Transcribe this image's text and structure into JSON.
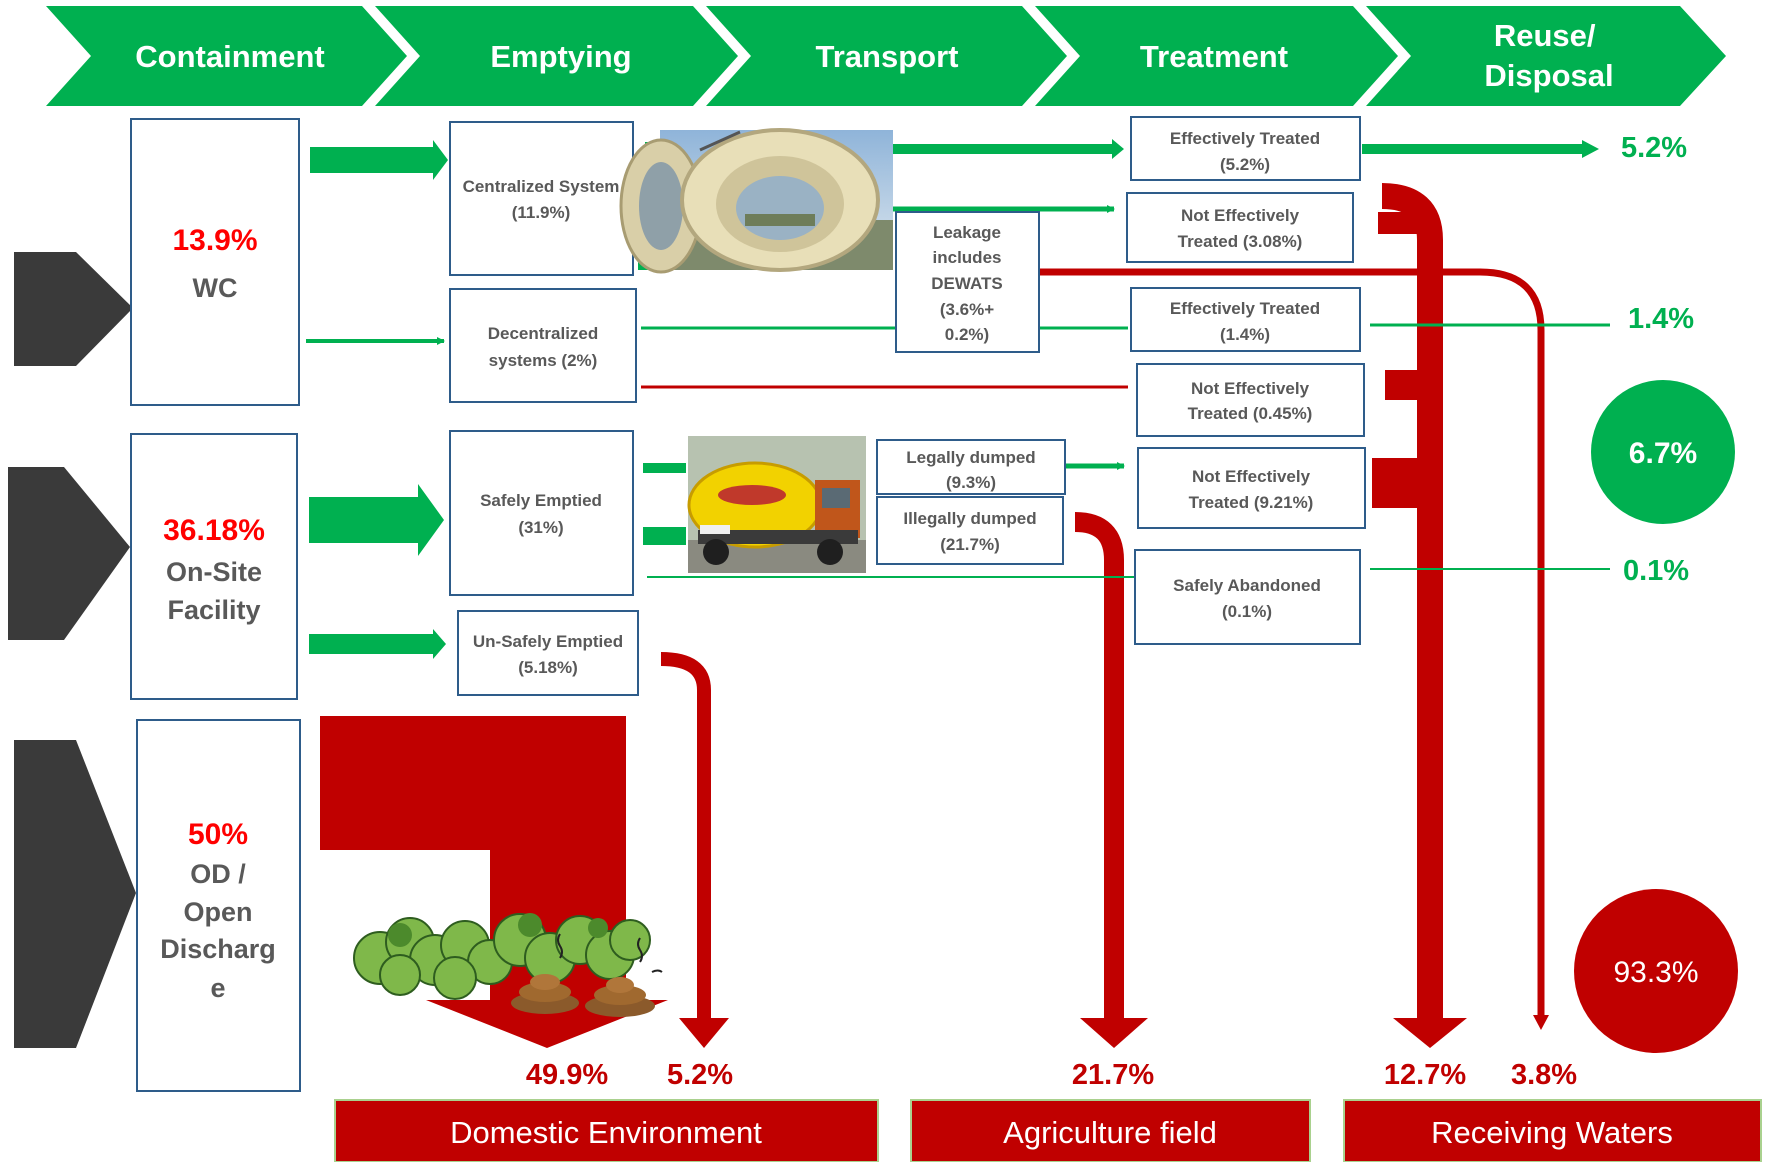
{
  "colors": {
    "green": "#00b050",
    "red": "#c00000",
    "dark": "#3a3a3a",
    "box_border": "#2e5c8a",
    "text_grey": "#595959",
    "highlight_red": "#ff0000"
  },
  "stages": [
    "Containment",
    "Emptying",
    "Transport",
    "Treatment",
    "Reuse/ Disposal"
  ],
  "containment": {
    "wc": {
      "pct": "13.9%",
      "label": "WC"
    },
    "onsite": {
      "pct": "36.18%",
      "label_1": "On-Site",
      "label_2": "Facility"
    },
    "od": {
      "pct": "50%",
      "label_1": "OD /",
      "label_2": "Open",
      "label_3": "Discharg",
      "label_4": "e"
    }
  },
  "emptying": {
    "centralized": {
      "line_1": "Centralized System",
      "line_2": "(11.9%)"
    },
    "decentralized": {
      "line_1": "Decentralized",
      "line_2": "systems (2%)"
    },
    "safely_emptied": {
      "line_1": "Safely Emptied",
      "line_2": "(31%)"
    },
    "unsafely_emptied": {
      "line_1": "Un-Safely Emptied",
      "line_2": "(5.18%)"
    }
  },
  "transport": {
    "leakage": {
      "line_1": "Leakage",
      "line_2": "includes",
      "line_3": "DEWATS",
      "line_4": "(3.6%+",
      "line_5": "0.2%)"
    },
    "legally_dumped": {
      "line_1": "Legally dumped",
      "line_2": "(9.3%)"
    },
    "illegally_dumped": {
      "line_1": "Illegally dumped",
      "line_2": "(21.7%)"
    }
  },
  "treatment": {
    "eff_treated_1": {
      "line_1": "Effectively Treated",
      "line_2": "(5.2%)"
    },
    "not_eff_1": {
      "line_1": "Not Effectively",
      "line_2": "Treated (3.08%)"
    },
    "eff_treated_2": {
      "line_1": "Effectively Treated",
      "line_2": "(1.4%)"
    },
    "not_eff_2": {
      "line_1": "Not Effectively",
      "line_2": "Treated (0.45%)"
    },
    "not_eff_3": {
      "line_1": "Not Effectively",
      "line_2": "Treated (9.21%)"
    },
    "safely_abandoned": {
      "line_1": "Safely Abandoned",
      "line_2": "(0.1%)"
    }
  },
  "reuse": {
    "pct_1": "5.2%",
    "pct_2": "1.4%",
    "pct_3": "0.1%",
    "safe_total": "6.7%",
    "unsafe_total": "93.3%"
  },
  "outflows": {
    "domestic_1": "49.9%",
    "domestic_2": "5.2%",
    "agriculture": "21.7%",
    "waters_1": "12.7%",
    "waters_2": "3.8%"
  },
  "destinations": {
    "domestic": "Domestic Environment",
    "agriculture": "Agriculture field",
    "waters": "Receiving Waters"
  },
  "icons": {
    "pipe_photo": "concrete-pipe-image",
    "truck_photo": "septic-truck-image",
    "bushes": "bush-icon",
    "feces": "feces-icon"
  }
}
